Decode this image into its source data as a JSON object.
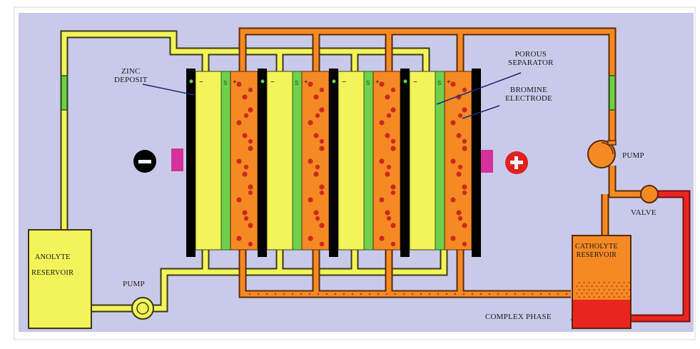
{
  "labels": {
    "zinc_deposit": [
      "ZINC",
      "DEPOSIT"
    ],
    "porous_separator": [
      "POROUS",
      "SEPARATOR"
    ],
    "bromine_electrode": [
      "BROMINE",
      "ELECTRODE"
    ],
    "pump_right": "PUMP",
    "valve": "VALVE",
    "catholyte_reservoir": [
      "CATHOLYTE",
      "RESERVOIR"
    ],
    "complex_phase": "COMPLEX PHASE",
    "anolyte_reservoir": [
      "ANOLYTE",
      "RESERVOIR"
    ],
    "pump_left": "PUMP"
  },
  "terminals": {
    "negative": "negative-terminal-icon",
    "positive": "positive-terminal-icon"
  },
  "cells": {
    "count": 4,
    "separator_mark": "S",
    "minus_mark": "−",
    "plus_mark": "+"
  },
  "colors": {
    "background": "#c9c9ea",
    "anolyte": "#f3f35a",
    "catholyte": "#f58a24",
    "complex_phase": "#e8251e",
    "separator": "#6fd04b",
    "electrode": "#000000",
    "bromine_drops": "#cc2a1e",
    "current_collector": "#d6309c"
  }
}
